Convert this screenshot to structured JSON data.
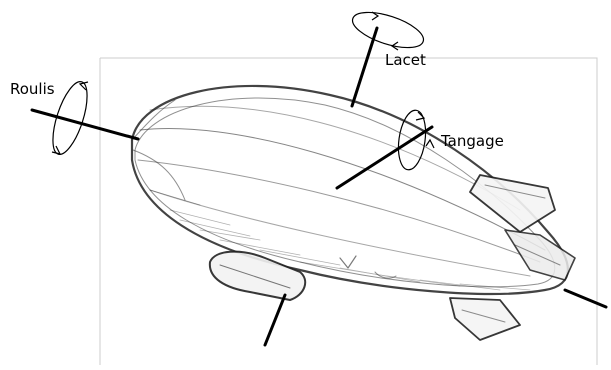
{
  "labels": {
    "roll": "Roulis",
    "yaw": "Lacet",
    "pitch": "Tangage"
  },
  "colors": {
    "axis": "#000000",
    "sketch": "#333333",
    "frame": "#cccccc"
  }
}
